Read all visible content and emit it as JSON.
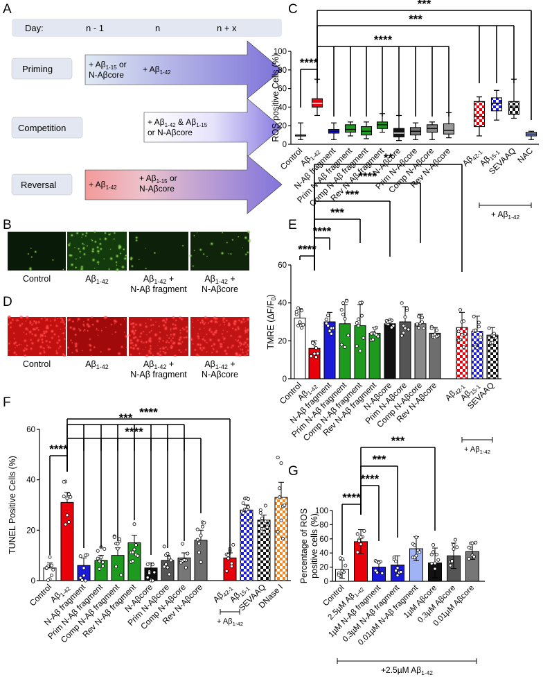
{
  "panel_letters": {
    "a": "A",
    "b": "B",
    "c": "C",
    "d": "D",
    "e": "E",
    "f": "F",
    "g": "G"
  },
  "panel_a": {
    "day_label": "Day:",
    "days": [
      "n - 1",
      "n",
      "n + x"
    ],
    "rows": [
      {
        "name": "Priming",
        "arrow_texts": [
          [
            "+ Aβ",
            "1-15",
            " or"
          ],
          [
            "N-Aβcore",
            "",
            ""
          ],
          [
            "+ Aβ",
            "1-42",
            ""
          ]
        ]
      },
      {
        "name": "Competition",
        "arrow_texts": [
          [
            "+ Aβ",
            "1-42",
            " & Aβ"
          ],
          [
            "or N-Aβcore",
            "",
            ""
          ]
        ]
      },
      {
        "name": "Reversal",
        "arrow_texts": [
          [
            "+ Aβ",
            "1-42",
            ""
          ],
          [
            "+ Aβ",
            "1-15",
            " or"
          ],
          [
            "N-Aβcore",
            "",
            ""
          ]
        ]
      }
    ],
    "priming_line1_tail": "1-15",
    "competition_line1_tail": "1-15"
  },
  "panel_b": {
    "labels": [
      "Control",
      "Aβ",
      "Aβ",
      "Aβ"
    ],
    "subs": [
      "",
      "1-42",
      "1-42",
      "1-42"
    ],
    "tails": [
      "",
      "",
      " +",
      " +"
    ],
    "line2": [
      "",
      "",
      "N-Aβ fragment",
      "N-Aβcore"
    ],
    "colors": [
      "#0a1a08",
      "#123a0c",
      "#0c200a",
      "#10240c"
    ]
  },
  "panel_d": {
    "labels": [
      "Control",
      "Aβ",
      "Aβ",
      "Aβ"
    ],
    "subs": [
      "",
      "1-42",
      "1-42",
      "1-42"
    ],
    "tails": [
      "",
      "",
      " +",
      " +"
    ],
    "line2": [
      "",
      "",
      "N-Aβ fragment",
      "N-Aβcore"
    ],
    "colors": [
      "#c01010",
      "#a00a0a",
      "#b81212",
      "#c01414"
    ]
  },
  "chart_data": [
    {
      "panel": "C",
      "type": "box",
      "ylabel": "ROS positive Cells (%)",
      "ylim": [
        0,
        100
      ],
      "yticks": [
        0,
        20,
        40,
        60,
        80,
        100
      ],
      "categories": [
        "Control",
        "Aβ1-42",
        "N-Aβ fragment",
        "Prim N-Aβ fragment",
        "Comp N-Aβ fragment",
        "Rev N-Aβ fragment",
        "N-Aβcore",
        "Prim N-Aβcore",
        "Comp N-Aβcore",
        "Rev N-Aβcore",
        "Aβ42-1",
        "Aβ15-1",
        "SEVAAQ",
        "NAC"
      ],
      "boxes": [
        {
          "min": 5,
          "q1": 9,
          "median": 10,
          "q3": 10,
          "max": 23
        },
        {
          "min": 31,
          "q1": 40,
          "median": 44,
          "q3": 49,
          "max": 70
        },
        {
          "min": 5,
          "q1": 12,
          "median": 14,
          "q3": 16,
          "max": 23
        },
        {
          "min": 9,
          "q1": 13,
          "median": 16,
          "q3": 21,
          "max": 24
        },
        {
          "min": 6,
          "q1": 10,
          "median": 14,
          "q3": 19,
          "max": 24
        },
        {
          "min": 13,
          "q1": 17,
          "median": 21,
          "q3": 24,
          "max": 33
        },
        {
          "min": 4,
          "q1": 8,
          "median": 12,
          "q3": 17,
          "max": 31
        },
        {
          "min": 5,
          "q1": 10,
          "median": 14,
          "q3": 18,
          "max": 23
        },
        {
          "min": 5,
          "q1": 13,
          "median": 17,
          "q3": 21,
          "max": 24
        },
        {
          "min": 7,
          "q1": 11,
          "median": 15,
          "q3": 22,
          "max": 34
        },
        {
          "min": 9,
          "q1": 19,
          "median": 30,
          "q3": 46,
          "max": 51
        },
        {
          "min": 26,
          "q1": 36,
          "median": 44,
          "q3": 50,
          "max": 58
        },
        {
          "min": 28,
          "q1": 32,
          "median": 40,
          "q3": 46,
          "max": 70
        },
        {
          "min": 5,
          "q1": 9,
          "median": 11,
          "q3": 13,
          "max": 14
        }
      ],
      "bracket_label": "+ Aβ1-42",
      "significance": [
        "****",
        "****",
        "***",
        "***"
      ]
    },
    {
      "panel": "E",
      "type": "bar",
      "ylabel": "TMRE (ΔF/F0)",
      "ylim": [
        0,
        60
      ],
      "yticks": [
        0,
        20,
        40,
        60
      ],
      "categories": [
        "Control",
        "Aβ1-42",
        "N-Aβ fragment",
        "Prim N-Aβ fragment",
        "Comp N-Aβ fragment",
        "Rev N-Aβ fragment",
        "N-Aβcore",
        "Prim N-Aβcore",
        "Comp N-Aβcore",
        "Rev N-Aβcore",
        "Aβ42-1",
        "Aβ15-1",
        "SEVAAQ"
      ],
      "values": [
        32,
        16,
        30,
        29,
        28,
        24,
        29,
        30,
        29,
        24,
        27,
        25,
        23
      ],
      "errors": [
        5,
        4,
        5,
        10,
        11,
        3,
        2,
        8,
        5,
        3,
        8,
        8,
        4
      ],
      "bracket_label": "+ Aβ1-42",
      "significance": [
        "****",
        "****",
        "***",
        "***",
        "****",
        "**"
      ]
    },
    {
      "panel": "F",
      "type": "bar",
      "ylabel": "TUNEL Positive Cells (%)",
      "ylim": [
        0,
        60
      ],
      "yticks": [
        0,
        20,
        40,
        60
      ],
      "categories": [
        "Control",
        "Aβ1-42",
        "N-Aβ fragment",
        "Prim N-Aβ fragment",
        "Comp N-Aβ fragment",
        "Rev N-Aβ fragment",
        "N-Aβcore",
        "Prim N-Aβcore",
        "Comp N-Aβcore",
        "Rev N-Aβcore",
        "Aβ42-1",
        "Aβ15-1",
        "SEVAAQ",
        "DNase I"
      ],
      "values": [
        5,
        31,
        6,
        8,
        10,
        15,
        5,
        8,
        9,
        16,
        9,
        28,
        24,
        33
      ],
      "errors": [
        2,
        4,
        3,
        2,
        3,
        3,
        2,
        2,
        2,
        4,
        2,
        2,
        2,
        6
      ],
      "bracket_label": "+ Aβ1-42",
      "significance": [
        "****",
        "****",
        "***",
        "****"
      ]
    },
    {
      "panel": "G",
      "type": "bar",
      "ylabel": "Percentage of ROS positive cells (%)",
      "ylim": [
        0,
        100
      ],
      "yticks": [
        0,
        20,
        40,
        60,
        80,
        100
      ],
      "categories": [
        "Control",
        "2.5µM Aβ1-42",
        "1µM N-Aβ fragment",
        "0.3µM N-Aβ fragment",
        "0.01µM N-Aβ fragment",
        "1µM Aβcore",
        "0.3µM Aβcore",
        "0.01µM Aβcore"
      ],
      "values": [
        17,
        56,
        20,
        23,
        46,
        26,
        36,
        42
      ],
      "errors": [
        13,
        17,
        7,
        13,
        17,
        21,
        18,
        11
      ],
      "bracket_label": "+2.5µM Aβ1-42",
      "significance": [
        "****",
        "****",
        "***",
        "***"
      ]
    }
  ],
  "colors": {
    "control": "#ffffff",
    "abeta": "#e8000b",
    "nfrag": "#1a1ad8",
    "nfrag_green": "#1e9a1e",
    "core": "#111111",
    "core_grey": "#888888",
    "rev_grey": "#6e6e6e",
    "dnase": "#f08a24",
    "light_blue": "#9fb3f5",
    "arrow": "#8c7fe0"
  }
}
